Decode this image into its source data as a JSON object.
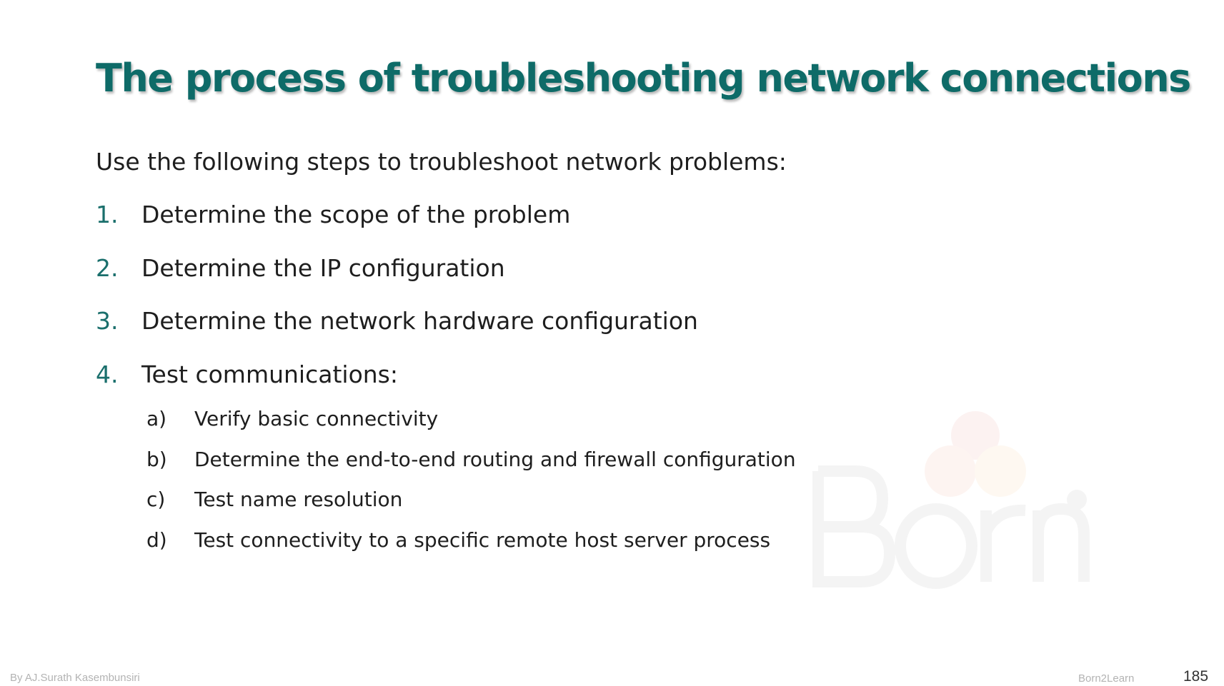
{
  "slide": {
    "title": "The process of troubleshooting network connections",
    "intro": "Use the following steps to troubleshoot network problems:",
    "steps": [
      {
        "number": "1.",
        "text": "Determine the scope of the problem"
      },
      {
        "number": "2.",
        "text": "Determine the IP configuration"
      },
      {
        "number": "3.",
        "text": "Determine the network hardware configuration"
      },
      {
        "number": "4.",
        "text": "Test communications:"
      }
    ],
    "substeps": [
      {
        "letter": "a)",
        "text": "Verify basic connectivity"
      },
      {
        "letter": "b)",
        "text": "Determine the end-to-end routing and firewall configuration"
      },
      {
        "letter": "c)",
        "text": "Test name resolution"
      },
      {
        "letter": "d)",
        "text": "Test connectivity to a specific remote host server process"
      }
    ]
  },
  "footer": {
    "author": "By AJ.Surath Kasembunsiri",
    "brand": "Born2Learn",
    "page_number": "185"
  },
  "colors": {
    "title": "#0e6b68",
    "step_number": "#1a6f6c",
    "body_text": "#1e1e1e",
    "footer_text": "#b3b3b3"
  }
}
